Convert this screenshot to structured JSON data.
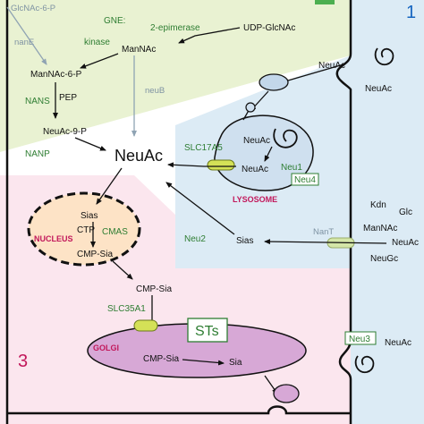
{
  "regions": {
    "region1_number": "1",
    "region3_number": "3"
  },
  "cytosol": {
    "glcnac6p": "GlcNAc-6-P",
    "gne_label": "GNE:",
    "epimerase_label": "2-epimerase",
    "udp_glcnac": "UDP-GlcNAc",
    "kinase_label": "kinase",
    "mannac": "ManNAc",
    "nane_label": "nanE",
    "mannac6p": "ManNAc-6-P",
    "neub_label": "neuB",
    "nans_label": "NANS",
    "pep_label": "PEP",
    "neuac9p": "NeuAc-9-P",
    "nanp_label": "NANP",
    "neuac_central": "NeuAc"
  },
  "lysosome": {
    "slc17a5_label": "SLC17A5",
    "neuac_in1": "NeuAc",
    "neuac_in2": "NeuAc",
    "neu1_label": "Neu1",
    "neu4_label": "Neu4",
    "lysosome_label": "LYSOSOME"
  },
  "extracellular": {
    "neuac_top": "NeuAc",
    "neuac_free": "NeuAc",
    "kdn": "Kdn",
    "glc": "Glc",
    "mannac": "ManNAc",
    "neuac_row": "NeuAc",
    "neugc": "NeuGc",
    "neuac_bottom": "NeuAc"
  },
  "membrane": {
    "nant_label": "NanT",
    "neu2_label": "Neu2",
    "sias_cyto": "Sias",
    "neu3_label": "Neu3"
  },
  "nucleus": {
    "sias": "Sias",
    "ctp": "CTP",
    "cmas_label": "CMAS",
    "cmp_sia": "CMP-Sia",
    "nucleus_label": "NUCLEUS"
  },
  "golgi": {
    "cmp_sia_cyto": "CMP-Sia",
    "slc35a1_label": "SLC35A1",
    "sts_label": "STs",
    "golgi_label": "GOLGI",
    "cmp_sia_golgi": "CMP-Sia",
    "sia": "Sia"
  },
  "colors": {
    "green_region": "#e9f2d2",
    "blue_region": "#dcebf5",
    "pink_region": "#fbe6ee",
    "nucleus_fill": "#fde3c6",
    "golgi_fill": "#d7a8d6",
    "lysosome_fill": "#cfe0ef",
    "enzyme_green": "#2e7d32",
    "organelle_magenta": "#c2185b"
  }
}
